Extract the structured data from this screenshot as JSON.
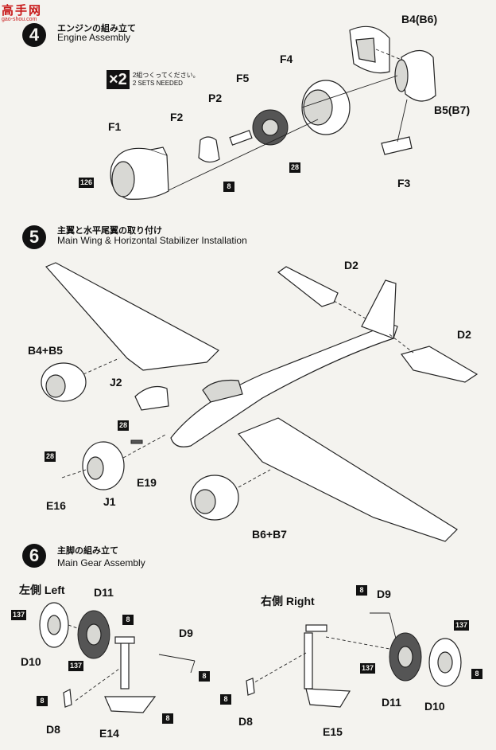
{
  "watermark": {
    "site": "高手网",
    "url": "gao-shou.com"
  },
  "step4": {
    "number": "4",
    "title_ja": "エンジンの組み立て",
    "title_en": "Engine Assembly",
    "multiplier": "×2",
    "sets_ja": "2組つくってください。",
    "sets_en": "2 SETS NEEDED",
    "labels": {
      "b4": "B4(B6)",
      "b5": "B5(B7)",
      "f4": "F4",
      "f5": "F5",
      "p2": "P2",
      "f2": "F2",
      "f1": "F1",
      "f3": "F3"
    },
    "tags": {
      "t126": "126",
      "t8": "8",
      "t28": "28"
    }
  },
  "step5": {
    "number": "5",
    "title_ja": "主翼と水平尾翼の取り付け",
    "title_en": "Main Wing & Horizontal Stabilizer Installation",
    "labels": {
      "d2a": "D2",
      "d2b": "D2",
      "b4b5": "B4+B5",
      "j2": "J2",
      "e19": "E19",
      "e16": "E16",
      "j1": "J1",
      "b6b7": "B6+B7"
    },
    "tags": {
      "t28a": "28",
      "t28b": "28"
    }
  },
  "step6": {
    "number": "6",
    "title_ja": "主脚の組み立て",
    "title_en": "Main Gear Assembly",
    "left_label": "左側 Left",
    "right_label": "右側 Right",
    "labels": {
      "d11l": "D11",
      "d9l": "D9",
      "d10l": "D10",
      "d8l": "D8",
      "e14": "E14",
      "d9r": "D9",
      "d8r": "D8",
      "e15": "E15",
      "d11r": "D11",
      "d10r": "D10"
    },
    "tags": {
      "t137a": "137",
      "t8a": "8",
      "t137b": "137",
      "t8b": "8",
      "t8c": "8",
      "t8d": "8",
      "t8e": "8",
      "t8f": "8",
      "t137c": "137",
      "t137d": "137",
      "t8g": "8",
      "t8h": "8"
    }
  }
}
